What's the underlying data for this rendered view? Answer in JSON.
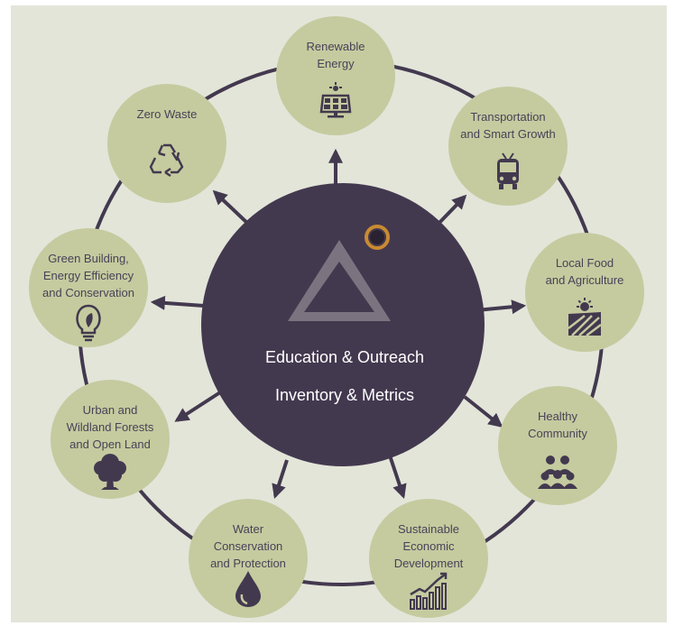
{
  "colors": {
    "background": "#e3e5d9",
    "node_fill": "#c5cb9f",
    "center_fill": "#43394f",
    "ring_and_arrows": "#43394f",
    "label_text": "#4a4158",
    "center_text": "#ffffff",
    "logo_triangle": "#7b7480",
    "logo_ring": "#c98a30"
  },
  "center": {
    "line1": "Education & Outreach",
    "line2": "Inventory & Metrics"
  },
  "nodes": {
    "renewable_energy": {
      "lines": [
        "Renewable",
        "Energy"
      ],
      "icon": "solar-panel-icon"
    },
    "transportation": {
      "lines": [
        "Transportation",
        "and Smart Growth"
      ],
      "icon": "bus-icon"
    },
    "local_food": {
      "lines": [
        "Local Food",
        "and Agriculture"
      ],
      "icon": "farm-field-icon"
    },
    "healthy_community": {
      "lines": [
        "Healthy",
        "Community"
      ],
      "icon": "people-group-icon"
    },
    "sustainable_economic": {
      "lines": [
        "Sustainable",
        "Economic",
        "Development"
      ],
      "icon": "bar-chart-icon"
    },
    "water": {
      "lines": [
        "Water",
        "Conservation",
        "and Protection"
      ],
      "icon": "water-drop-icon"
    },
    "forests": {
      "lines": [
        "Urban and",
        "Wildland Forests",
        "and Open Land"
      ],
      "icon": "tree-icon"
    },
    "green_building": {
      "lines": [
        "Green Building,",
        "Energy Efficiency",
        "and Conservation"
      ],
      "icon": "lightbulb-icon"
    },
    "zero_waste": {
      "lines": [
        "Zero Waste"
      ],
      "icon": "recycle-icon"
    }
  }
}
